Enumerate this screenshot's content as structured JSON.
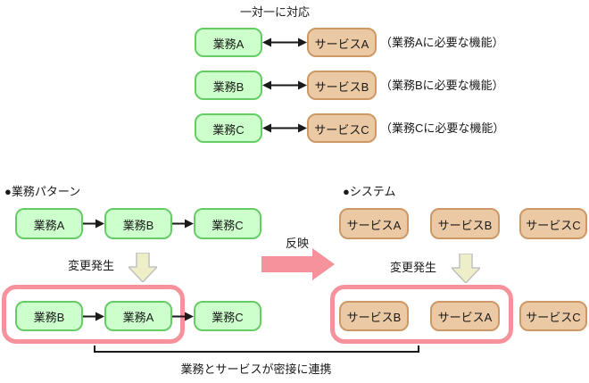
{
  "colors": {
    "task_fill": "#ccffcc",
    "task_border": "#66cc66",
    "service_fill": "#ebc9a4",
    "service_border": "#cc9966",
    "highlight_pink": "#f5929b",
    "arrow_yellow_fill": "#eeeec9",
    "arrow_yellow_border": "#c0c0c0",
    "ink": "#1a1a1a"
  },
  "top": {
    "title": "一対一に対応",
    "rows": [
      {
        "task": "業務A",
        "service": "サービスA",
        "note": "（業務Aに必要な機能）"
      },
      {
        "task": "業務B",
        "service": "サービスB",
        "note": "（業務Bに必要な機能）"
      },
      {
        "task": "業務C",
        "service": "サービスC",
        "note": "（業務Cに必要な機能）"
      }
    ]
  },
  "left": {
    "label": "●業務パターン",
    "change_label": "変更発生",
    "row1": [
      "業務A",
      "業務B",
      "業務C"
    ],
    "row2": [
      "業務B",
      "業務A",
      "業務C"
    ]
  },
  "right": {
    "label": "●システム",
    "change_label": "変更発生",
    "row1": [
      "サービスA",
      "サービスB",
      "サービスC"
    ],
    "row2": [
      "サービスB",
      "サービスA",
      "サービスC"
    ]
  },
  "middle": {
    "reflect_label": "反映"
  },
  "footer": {
    "note": "業務とサービスが密接に連携"
  }
}
